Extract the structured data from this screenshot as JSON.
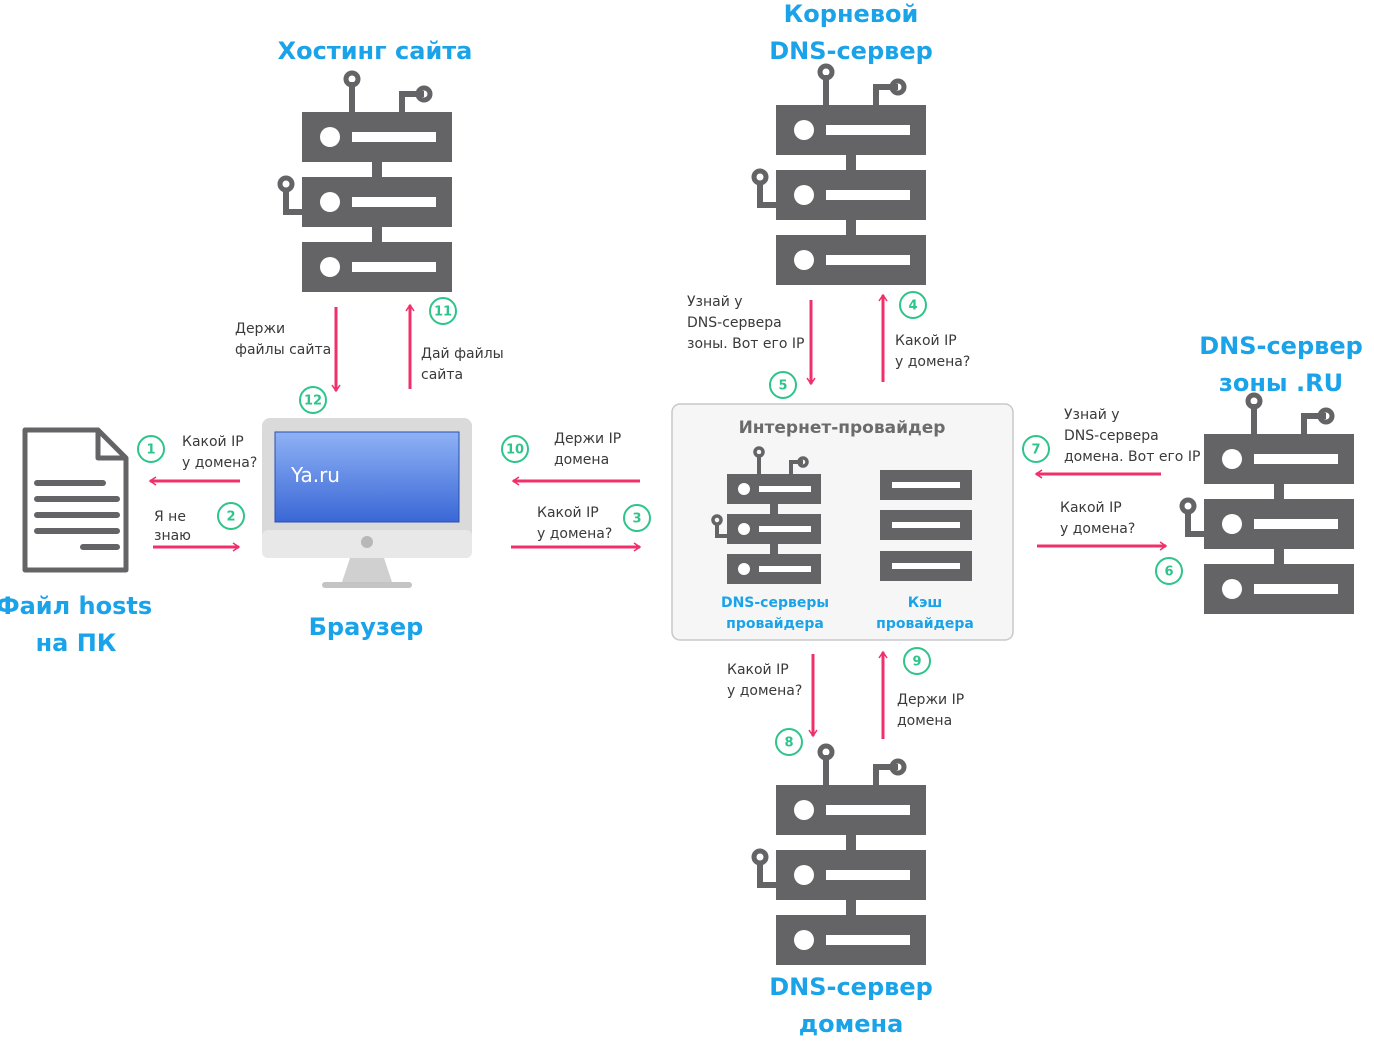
{
  "titles": {
    "hosting": "Хостинг сайта",
    "root_line1": "Корневой",
    "root_line2": "DNS-сервер",
    "zone_line1": "DNS-сервер",
    "zone_line2": "зоны .RU",
    "hosts_line1": "Файл hosts",
    "hosts_line2": "на ПК",
    "browser": "Браузер",
    "domain_line1": "DNS-сервер",
    "domain_line2": "домена"
  },
  "browser_screen": "Ya.ru",
  "isp": {
    "title": "Интернет-провайдер",
    "dns_line1": "DNS-серверы",
    "dns_line2": "провайдера",
    "cache_line1": "Кэш",
    "cache_line2": "провайдера"
  },
  "steps": [
    {
      "n": "1",
      "l1": "Какой IP",
      "l2": "у домена?",
      "l3": ""
    },
    {
      "n": "2",
      "l1": "Я не",
      "l2": "знаю",
      "l3": ""
    },
    {
      "n": "3",
      "l1": "Какой IP",
      "l2": "у домена?",
      "l3": ""
    },
    {
      "n": "4",
      "l1": "Какой IP",
      "l2": "у домена?",
      "l3": ""
    },
    {
      "n": "5",
      "l1": "Узнай у",
      "l2": "DNS-сервера",
      "l3": "зоны. Вот его IP"
    },
    {
      "n": "6",
      "l1": "Какой IP",
      "l2": "у домена?",
      "l3": ""
    },
    {
      "n": "7",
      "l1": "Узнай у",
      "l2": "DNS-сервера",
      "l3": "домена. Вот его IP"
    },
    {
      "n": "8",
      "l1": "Какой IP",
      "l2": "у домена?",
      "l3": ""
    },
    {
      "n": "9",
      "l1": "Держи IP",
      "l2": "домена",
      "l3": ""
    },
    {
      "n": "10",
      "l1": "Держи IP",
      "l2": "домена",
      "l3": ""
    },
    {
      "n": "11",
      "l1": "Дай файлы",
      "l2": "сайта",
      "l3": ""
    },
    {
      "n": "12",
      "l1": "Держи",
      "l2": "файлы сайта",
      "l3": ""
    }
  ],
  "colors": {
    "title": "#1aa3e8",
    "arrow": "#f0306a",
    "step_circle": "#2ec48a",
    "server": "#646466",
    "screen_top": "#8fb2f5",
    "screen_bottom": "#3a67d6"
  },
  "icons": [
    "server-icon",
    "document-icon",
    "monitor-icon",
    "cache-icon"
  ]
}
